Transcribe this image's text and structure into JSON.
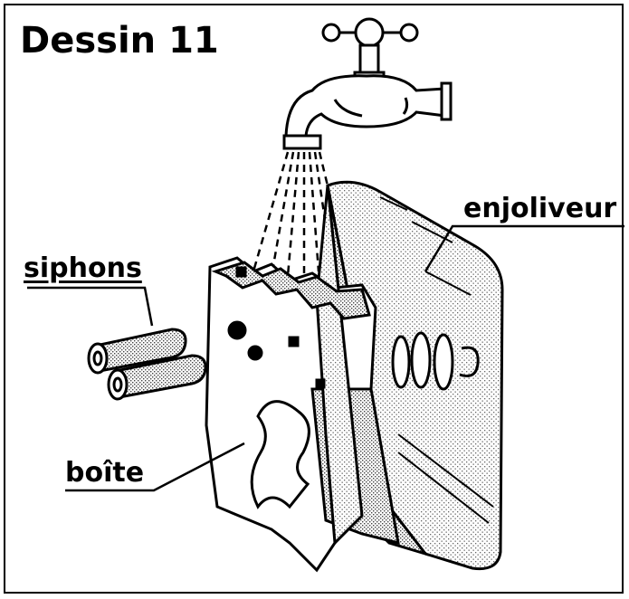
{
  "title": "Dessin 11",
  "labels": {
    "siphons": "siphons",
    "enjoliveur": "enjoliveur",
    "boite": "boîte"
  }
}
